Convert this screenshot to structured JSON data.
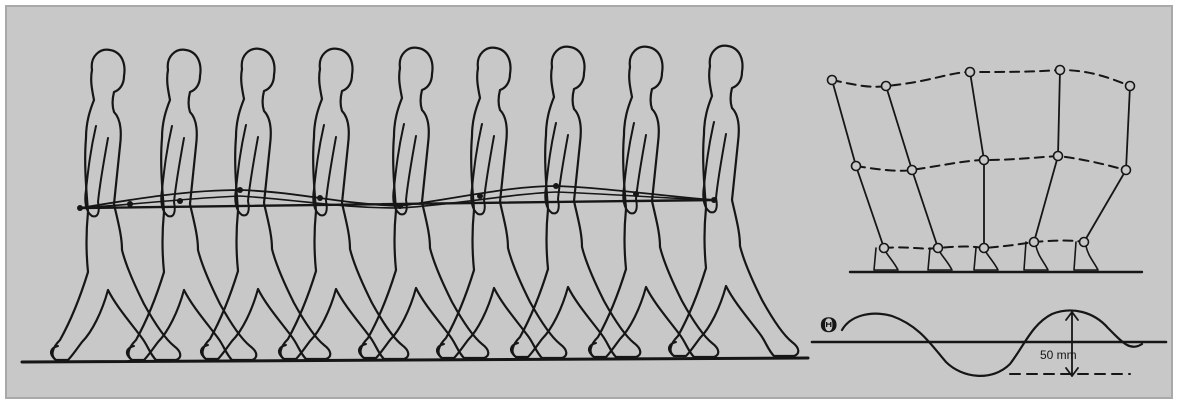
{
  "figure": {
    "colors": {
      "paper": "#c8c8c8",
      "paper_edge": "#a9a9a9",
      "ink": "#161616",
      "margin": "#ffffff"
    },
    "walking_sequence": {
      "figure_count": 9
    },
    "stick_diagram": {
      "leg_count": 5,
      "joint_levels": [
        "hip",
        "knee",
        "ankle"
      ]
    },
    "hip_path_plot": {
      "symbol_label": "Θ",
      "amplitude_label": "50 mm"
    }
  }
}
